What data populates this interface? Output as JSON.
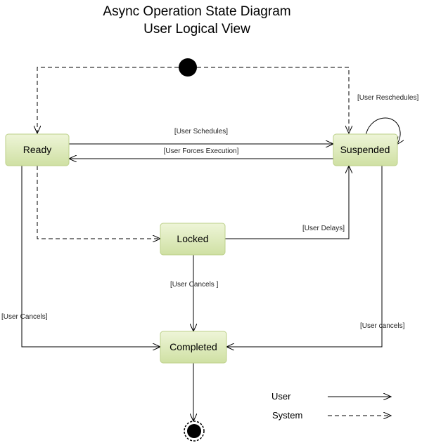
{
  "title": {
    "line1": "Async Operation State Diagram",
    "line2": "User Logical View"
  },
  "states": {
    "ready": "Ready",
    "suspended": "Suspended",
    "locked": "Locked",
    "completed": "Completed"
  },
  "transitions": {
    "user_schedules": "[User Schedules]",
    "user_forces_execution": "[User Forces Execution]",
    "user_reschedules": "[User Reschedules]",
    "user_delays": "[User Delays]",
    "user_cancels_locked": "[User Cancels ]",
    "user_cancels_ready": "[User Cancels]",
    "user_cancels_suspended": "[User cancels]"
  },
  "legend": {
    "user": "User",
    "system": "System"
  },
  "colors": {
    "state_fill_top": "#eef5d8",
    "state_fill_bottom": "#cfe0a3",
    "state_border": "#bcd089",
    "line": "#000000"
  }
}
